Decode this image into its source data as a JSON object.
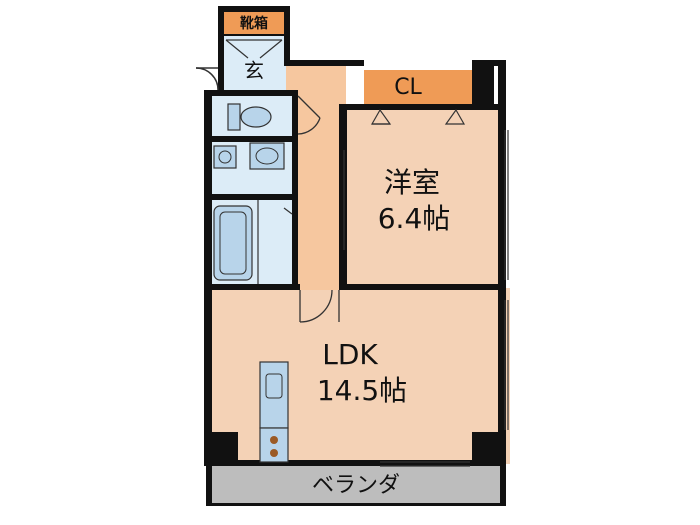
{
  "colors": {
    "wall": "#111111",
    "room_beige": "#f4d2b6",
    "corridor": "#f6c79f",
    "wet_area": "#dcecf7",
    "closet": "#ef9b56",
    "veranda": "#bdbdbd",
    "fixture": "#b8d4ea",
    "stove_dot": "#9b5a25"
  },
  "rooms": {
    "shoe_box": "靴箱",
    "entrance": "玄",
    "closet": "CL",
    "western_room_name": "洋室",
    "western_room_size": "6.4帖",
    "ldk_name": "LDK",
    "ldk_size": "14.5帖",
    "veranda": "ベランダ"
  },
  "fixtures": {
    "toilet": "toilet-icon",
    "washbasin": "washbasin-icon",
    "washing_machine": "washing-machine-icon",
    "bathtub": "bathtub-icon",
    "kitchen_sink": "kitchen-sink-icon",
    "stove": "stove-icon"
  }
}
